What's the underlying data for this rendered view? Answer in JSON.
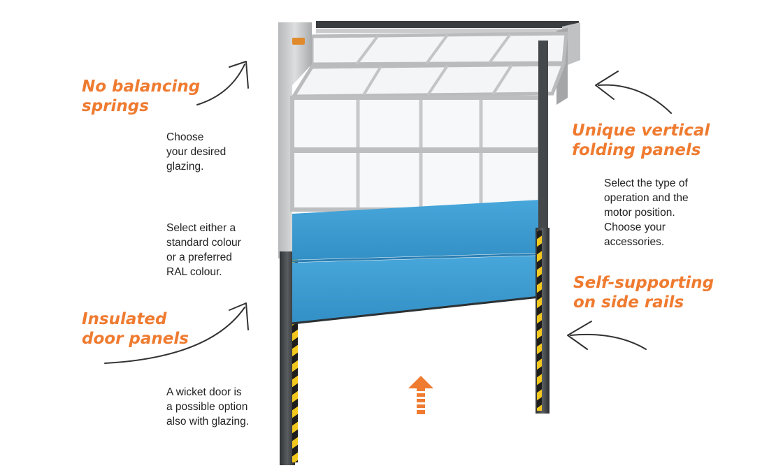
{
  "callouts": {
    "no_balancing": [
      "No balancing",
      "springs"
    ],
    "unique_vertical": [
      "Unique vertical",
      "folding panels"
    ],
    "insulated": [
      "Insulated",
      "door panels"
    ],
    "self_supporting": [
      "Self-supporting",
      "on side rails"
    ]
  },
  "notes": {
    "glazing": [
      "Choose",
      "your desired",
      "glazing."
    ],
    "colour": [
      "Select either a",
      "standard colour",
      "or a preferred",
      "RAL colour."
    ],
    "wicket": [
      "A wicket door is",
      "a possible option",
      "also with glazing."
    ],
    "operation": [
      "Select the type of",
      "operation and the",
      "motor position.",
      "Choose your",
      "accessories."
    ]
  },
  "colors": {
    "accent": "#ef7b30",
    "panel_blue": "#3b9bd2",
    "frame_grey": "#c4c6c8",
    "text": "#222222"
  },
  "icons": {
    "curved_arrows": "curved-arrow-icon",
    "open_direction": "up-arrow-icon"
  }
}
